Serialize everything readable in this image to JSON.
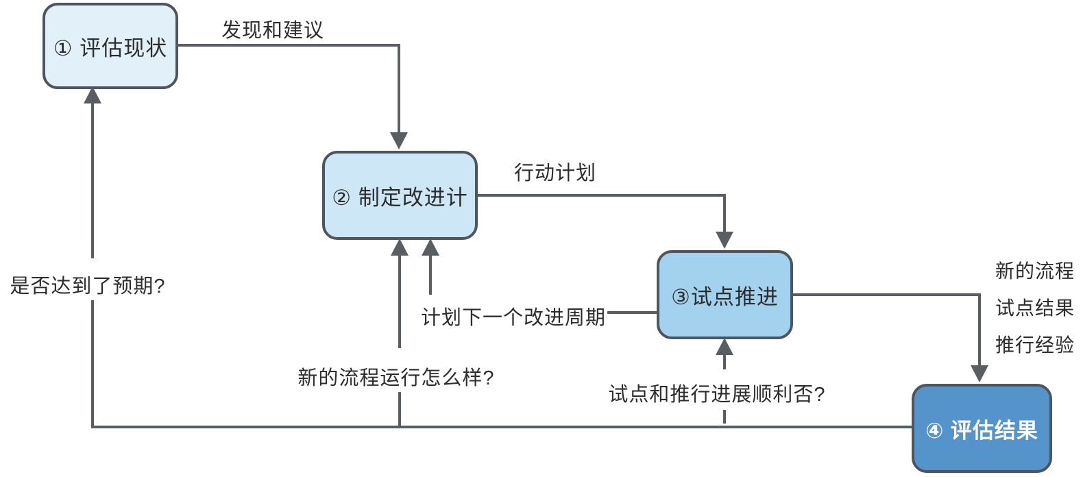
{
  "canvas": {
    "background": "#ffffff",
    "line_color": "#595e63",
    "node_border_color": "#4e555c",
    "text_color": "#2d2d2d"
  },
  "nodes": [
    {
      "id": "assess-current",
      "label": "① 评估现状",
      "fill": "#e2f0fa",
      "text_color": "#2d2d2d"
    },
    {
      "id": "make-improve-plan",
      "label": "② 制定改进计",
      "fill": "#cde7f6",
      "text_color": "#2d2d2d"
    },
    {
      "id": "pilot-rollout",
      "label": "③试点推进",
      "fill": "#a2d2ee",
      "text_color": "#2d2d2d"
    },
    {
      "id": "evaluate-results",
      "label": "④ 评估结果",
      "fill": "#5494cb",
      "text_color": "#ffffff"
    }
  ],
  "edge_labels": {
    "findings_suggestions": "发现和建议",
    "action_plan": "行动计划",
    "outputs_line1": "新的流程",
    "outputs_line2": "试点结果",
    "outputs_line3": "推行经验",
    "meet_expectations": "是否达到了预期?",
    "new_process_running": "新的流程运行怎么样?",
    "plan_next_cycle": "计划下一个改进周期",
    "pilot_progress": "试点和推行进展顺利否?"
  }
}
